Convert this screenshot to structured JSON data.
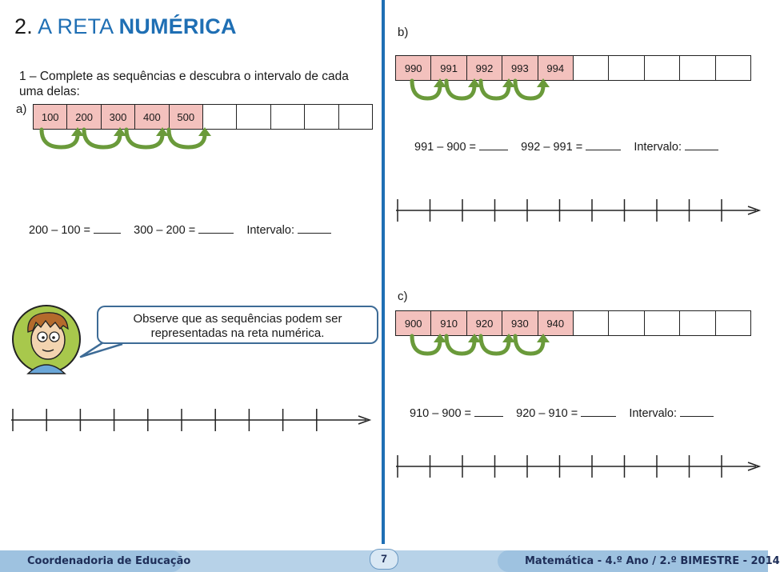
{
  "title": {
    "number": "2.",
    "light": "A RETA",
    "bold": "NUMÉRICA"
  },
  "instruction": "1 – Complete as sequências e descubra o intervalo de cada uma delas:",
  "part_a": {
    "label": "a)",
    "values": [
      "100",
      "200",
      "300",
      "400",
      "500",
      "",
      "",
      "",
      "",
      ""
    ],
    "eq1": "200 – 100 =",
    "eq2": "300 – 200 =",
    "interval_label": "Intervalo:"
  },
  "part_b": {
    "label": "b)",
    "values": [
      "990",
      "991",
      "992",
      "993",
      "994",
      "",
      "",
      "",
      "",
      ""
    ],
    "eq1": "991 – 900 =",
    "eq2": "992 – 991 =",
    "interval_label": "Intervalo:"
  },
  "part_c": {
    "label": "c)",
    "values": [
      "900",
      "910",
      "920",
      "930",
      "940",
      "",
      "",
      "",
      "",
      ""
    ],
    "eq1": "910 – 900 =",
    "eq2": "920 – 910 =",
    "interval_label": "Intervalo:"
  },
  "bubble": {
    "line1": "Observe que as sequências podem ser",
    "line2": "representadas na reta numérica."
  },
  "footer": {
    "left": "Coordenadoria de Educação",
    "page": "7",
    "right": "Matemática - 4.º Ano / 2.º BIMESTRE - 2014"
  },
  "colors": {
    "accent": "#1f6fb4",
    "cell_fill": "#f3c1bd",
    "arrow": "#6a9a3a",
    "footer": "#9ec2e0"
  },
  "icons": [
    "curved-arrow-icon",
    "boy-avatar-icon"
  ]
}
